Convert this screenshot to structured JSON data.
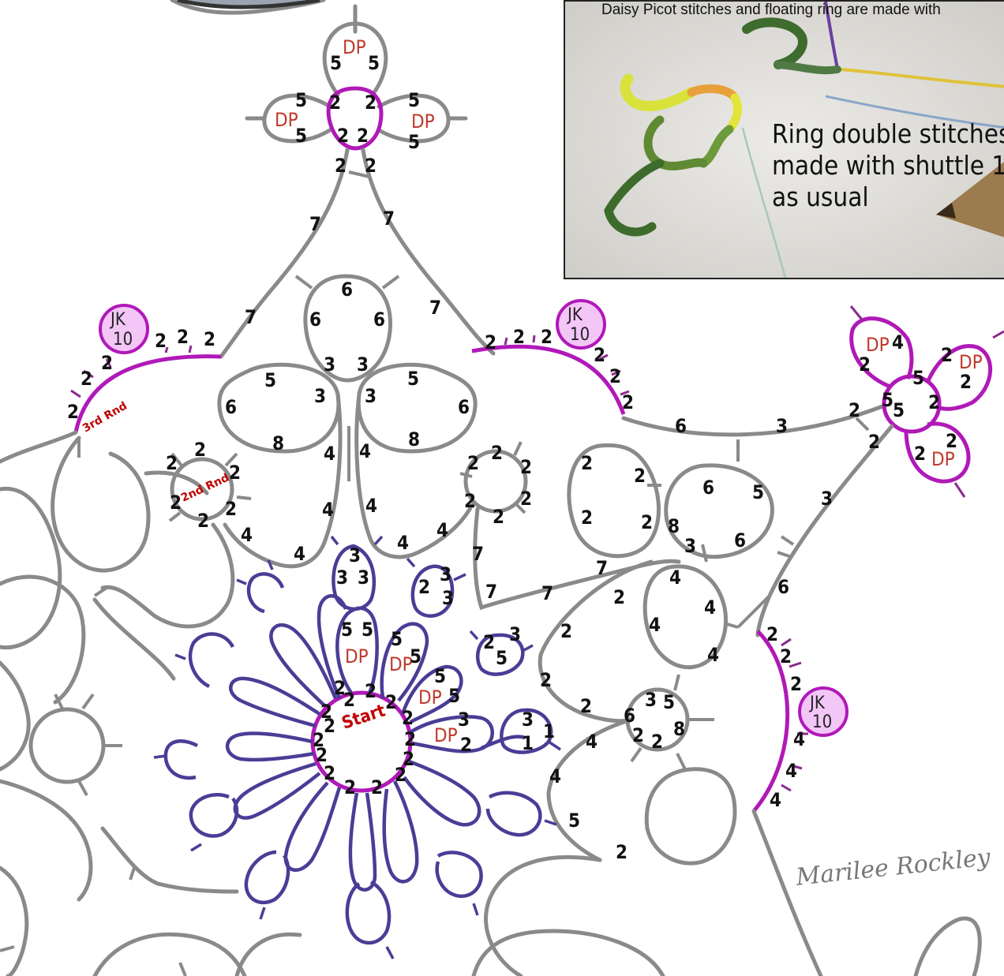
{
  "photo": {
    "caption_top": "Daisy Picot stitches and floating ring are made with",
    "caption_lines": [
      "Ring double stitches are",
      "made with shuttle 1",
      "as usual"
    ]
  },
  "labels": {
    "start": "Start",
    "round2": "2nd Rnd",
    "round3": "3rd Rnd",
    "dp": "DP",
    "jk_top": "JK",
    "jk_bottom": "10"
  },
  "signature": "Marilee Rockley",
  "colors": {
    "core_thread": "#8a8a8a",
    "inner_round": "#4a3d96",
    "joining_chain": "#b019b8",
    "dp_text": "#c0392b",
    "round_text": "#c00000",
    "jk_fill": "#f3c6f7"
  },
  "stitch_counts": [
    "5",
    "5",
    "5",
    "5",
    "5",
    "5",
    "2",
    "2",
    "2",
    "2",
    "2",
    "2",
    "7",
    "7",
    "7",
    "7",
    "6",
    "6",
    "6",
    "3",
    "3",
    "5",
    "3",
    "3",
    "5",
    "6",
    "6",
    "8",
    "8",
    "4",
    "4",
    "4",
    "4",
    "4",
    "4",
    "4",
    "4",
    "2",
    "2",
    "2",
    "2",
    "2",
    "2",
    "2",
    "2",
    "2",
    "2",
    "2",
    "2",
    "2",
    "2",
    "2",
    "2",
    "2",
    "2",
    "2",
    "2",
    "2",
    "2",
    "2",
    "2",
    "2",
    "2",
    "2",
    "2",
    "2",
    "2",
    "6",
    "5",
    "8",
    "3",
    "6",
    "6",
    "3",
    "3",
    "6",
    "7",
    "7",
    "7",
    "7",
    "4",
    "4",
    "4",
    "4",
    "3",
    "5",
    "6",
    "8",
    "2",
    "2",
    "2",
    "2",
    "2",
    "2",
    "2",
    "2",
    "2",
    "4",
    "4",
    "4",
    "4",
    "4",
    "4",
    "2",
    "2",
    "2",
    "5",
    "5",
    "5",
    "2",
    "2",
    "2",
    "5",
    "2",
    "3",
    "3",
    "3",
    "2",
    "3",
    "3",
    "2",
    "3",
    "5",
    "5",
    "5",
    "5",
    "5",
    "5",
    "5",
    "3",
    "2",
    "3",
    "1",
    "1",
    "2",
    "2",
    "2",
    "2",
    "2",
    "2",
    "2",
    "2",
    "2",
    "2",
    "2",
    "2",
    "2",
    "2",
    "2",
    "2",
    "2",
    "2",
    "2",
    "2"
  ]
}
